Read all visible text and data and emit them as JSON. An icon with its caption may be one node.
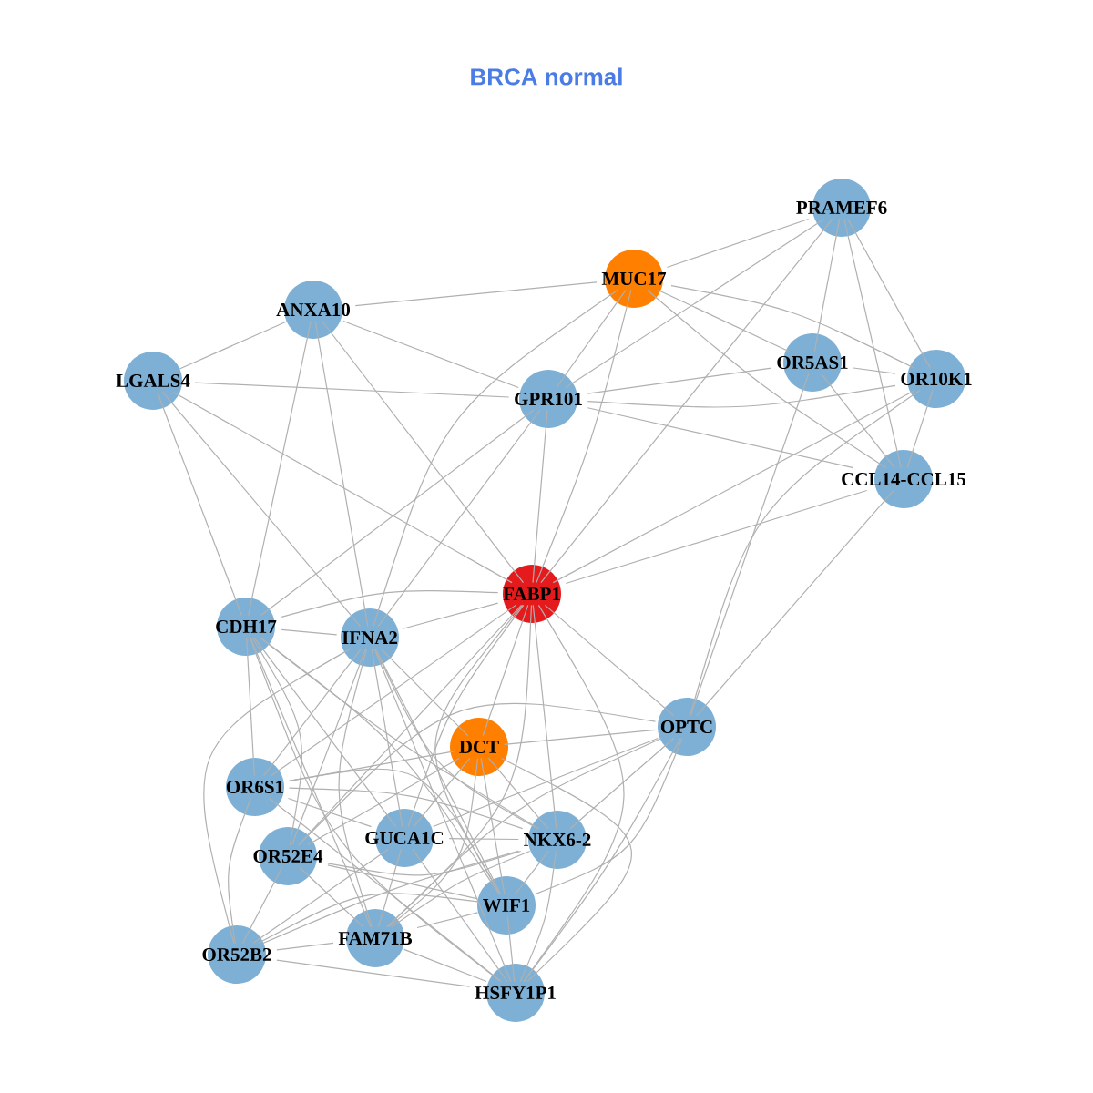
{
  "diagram": {
    "title": "BRCA normal",
    "nodes": [
      {
        "text": [
          "PRAMEF6"
        ]
      },
      {
        "text": [
          "MUC17"
        ]
      },
      {
        "text": [
          "ANXA10"
        ]
      },
      {
        "text": [
          "LGALS4"
        ]
      },
      {
        "text": [
          "GPR101"
        ]
      },
      {
        "text": [
          "OR5AS1"
        ]
      },
      {
        "text": [
          "OR10K1"
        ]
      },
      {
        "text": [
          "CCL14-CCL15"
        ]
      },
      {
        "text": [
          "FABP1"
        ]
      },
      {
        "text": [
          "CDH17"
        ]
      },
      {
        "text": [
          "IFNA2"
        ]
      },
      {
        "text": [
          "DCT"
        ]
      },
      {
        "text": [
          "OPTC"
        ]
      },
      {
        "text": [
          "OR6S1"
        ]
      },
      {
        "text": [
          "OR52E4"
        ]
      },
      {
        "text": [
          "GUCA1C"
        ]
      },
      {
        "text": [
          "NKX6-2"
        ]
      },
      {
        "text": [
          "WIF1"
        ]
      },
      {
        "text": [
          "OR52B2"
        ]
      },
      {
        "text": [
          "FAM71B"
        ]
      },
      {
        "text": [
          "HSFY1P1"
        ]
      }
    ],
    "edges": [
      {
        "from": 2,
        "to": 1,
        "arrow": "none"
      },
      {
        "from": 2,
        "to": 3,
        "arrow": "none"
      },
      {
        "from": 2,
        "to": 4,
        "arrow": "none"
      },
      {
        "from": 3,
        "to": 4,
        "arrow": "none"
      },
      {
        "from": 2,
        "to": 9,
        "arrow": "none"
      },
      {
        "from": 2,
        "to": 10,
        "arrow": "none"
      },
      {
        "from": 2,
        "to": 8,
        "arrow": "none"
      },
      {
        "from": 3,
        "to": 9,
        "arrow": "none"
      },
      {
        "from": 3,
        "to": 8,
        "arrow": "none"
      },
      {
        "from": 3,
        "to": 10,
        "arrow": "none"
      },
      {
        "from": 4,
        "to": 9,
        "arrow": "none"
      },
      {
        "from": 4,
        "to": 10,
        "arrow": "none"
      },
      {
        "from": 4,
        "to": 8,
        "arrow": "none"
      },
      {
        "from": 4,
        "to": 5,
        "arrow": "none"
      },
      {
        "from": 4,
        "to": 6,
        "arrow": "none"
      },
      {
        "from": 4,
        "to": 7,
        "arrow": "none"
      },
      {
        "from": 4,
        "to": 1,
        "arrow": "none"
      },
      {
        "from": 4,
        "to": 0,
        "arrow": "none"
      },
      {
        "from": 1,
        "to": 0,
        "arrow": "none"
      },
      {
        "from": 1,
        "to": 5,
        "arrow": "none"
      },
      {
        "from": 1,
        "to": 6,
        "arrow": "none"
      },
      {
        "from": 1,
        "to": 7,
        "arrow": "none"
      },
      {
        "from": 1,
        "to": 8,
        "arrow": "none"
      },
      {
        "from": 1,
        "to": 10,
        "arrow": "none"
      },
      {
        "from": 0,
        "to": 5,
        "arrow": "none"
      },
      {
        "from": 0,
        "to": 6,
        "arrow": "none"
      },
      {
        "from": 0,
        "to": 7,
        "arrow": "none"
      },
      {
        "from": 0,
        "to": 8,
        "arrow": "none"
      },
      {
        "from": 5,
        "to": 6,
        "arrow": "none"
      },
      {
        "from": 5,
        "to": 7,
        "arrow": "none"
      },
      {
        "from": 5,
        "to": 12,
        "arrow": "none"
      },
      {
        "from": 6,
        "to": 7,
        "arrow": "none"
      },
      {
        "from": 6,
        "to": 8,
        "arrow": "none"
      },
      {
        "from": 6,
        "to": 12,
        "arrow": "none"
      },
      {
        "from": 7,
        "to": 12,
        "arrow": "none"
      },
      {
        "from": 7,
        "to": 8,
        "arrow": "none"
      },
      {
        "from": 8,
        "to": 9,
        "arrow": "none"
      },
      {
        "from": 8,
        "to": 10,
        "arrow": "none"
      },
      {
        "from": 8,
        "to": 11,
        "arrow": "none"
      },
      {
        "from": 8,
        "to": 12,
        "arrow": "none"
      },
      {
        "from": 8,
        "to": 16,
        "arrow": "none"
      },
      {
        "from": 8,
        "to": 17,
        "arrow": "none"
      },
      {
        "from": 8,
        "to": 20,
        "arrow": "none"
      },
      {
        "from": 8,
        "to": 15,
        "arrow": "none"
      },
      {
        "from": 8,
        "to": 13,
        "arrow": "none"
      },
      {
        "from": 8,
        "to": 14,
        "arrow": "none"
      },
      {
        "from": 8,
        "to": 19,
        "arrow": "none"
      },
      {
        "from": 9,
        "to": 10,
        "arrow": "none"
      },
      {
        "from": 9,
        "to": 13,
        "arrow": "none"
      },
      {
        "from": 9,
        "to": 14,
        "arrow": "none"
      },
      {
        "from": 9,
        "to": 15,
        "arrow": "none"
      },
      {
        "from": 9,
        "to": 19,
        "arrow": "none"
      },
      {
        "from": 9,
        "to": 17,
        "arrow": "none"
      },
      {
        "from": 9,
        "to": 16,
        "arrow": "none"
      },
      {
        "from": 9,
        "to": 20,
        "arrow": "none"
      },
      {
        "from": 10,
        "to": 11,
        "arrow": "none"
      },
      {
        "from": 10,
        "to": 13,
        "arrow": "none"
      },
      {
        "from": 10,
        "to": 14,
        "arrow": "none"
      },
      {
        "from": 10,
        "to": 15,
        "arrow": "none"
      },
      {
        "from": 10,
        "to": 19,
        "arrow": "none"
      },
      {
        "from": 10,
        "to": 16,
        "arrow": "none"
      },
      {
        "from": 10,
        "to": 17,
        "arrow": "none"
      },
      {
        "from": 10,
        "to": 20,
        "arrow": "none"
      },
      {
        "from": 10,
        "to": 18,
        "arrow": "none"
      },
      {
        "from": 11,
        "to": 12,
        "arrow": "none"
      },
      {
        "from": 11,
        "to": 13,
        "arrow": "none"
      },
      {
        "from": 11,
        "to": 14,
        "arrow": "none"
      },
      {
        "from": 11,
        "to": 15,
        "arrow": "none"
      },
      {
        "from": 11,
        "to": 16,
        "arrow": "none"
      },
      {
        "from": 11,
        "to": 17,
        "arrow": "none"
      },
      {
        "from": 11,
        "to": 19,
        "arrow": "none"
      },
      {
        "from": 11,
        "to": 20,
        "arrow": "none"
      },
      {
        "from": 12,
        "to": 15,
        "arrow": "none"
      },
      {
        "from": 12,
        "to": 16,
        "arrow": "none"
      },
      {
        "from": 12,
        "to": 17,
        "arrow": "none"
      },
      {
        "from": 12,
        "to": 20,
        "arrow": "none"
      },
      {
        "from": 12,
        "to": 14,
        "arrow": "none"
      },
      {
        "from": 12,
        "to": 19,
        "arrow": "none"
      },
      {
        "from": 13,
        "to": 18,
        "arrow": "none"
      },
      {
        "from": 13,
        "to": 15,
        "arrow": "none"
      },
      {
        "from": 13,
        "to": 16,
        "arrow": "none"
      },
      {
        "from": 13,
        "to": 17,
        "arrow": "none"
      },
      {
        "from": 13,
        "to": 20,
        "arrow": "none"
      },
      {
        "from": 14,
        "to": 16,
        "arrow": "none"
      },
      {
        "from": 14,
        "to": 17,
        "arrow": "none"
      },
      {
        "from": 14,
        "to": 18,
        "arrow": "none"
      },
      {
        "from": 14,
        "to": 19,
        "arrow": "none"
      },
      {
        "from": 15,
        "to": 16,
        "arrow": "none"
      },
      {
        "from": 15,
        "to": 18,
        "arrow": "none"
      },
      {
        "from": 15,
        "to": 19,
        "arrow": "none"
      },
      {
        "from": 15,
        "to": 20,
        "arrow": "none"
      },
      {
        "from": 16,
        "to": 17,
        "arrow": "none"
      },
      {
        "from": 16,
        "to": 19,
        "arrow": "none"
      },
      {
        "from": 16,
        "to": 18,
        "arrow": "none"
      },
      {
        "from": 16,
        "to": 20,
        "arrow": "none"
      },
      {
        "from": 17,
        "to": 19,
        "arrow": "none"
      },
      {
        "from": 17,
        "to": 18,
        "arrow": "none"
      },
      {
        "from": 17,
        "to": 20,
        "arrow": "none"
      },
      {
        "from": 18,
        "to": 19,
        "arrow": "none"
      },
      {
        "from": 18,
        "to": 20,
        "arrow": "none"
      },
      {
        "from": 19,
        "to": 20,
        "arrow": "none"
      }
    ]
  }
}
